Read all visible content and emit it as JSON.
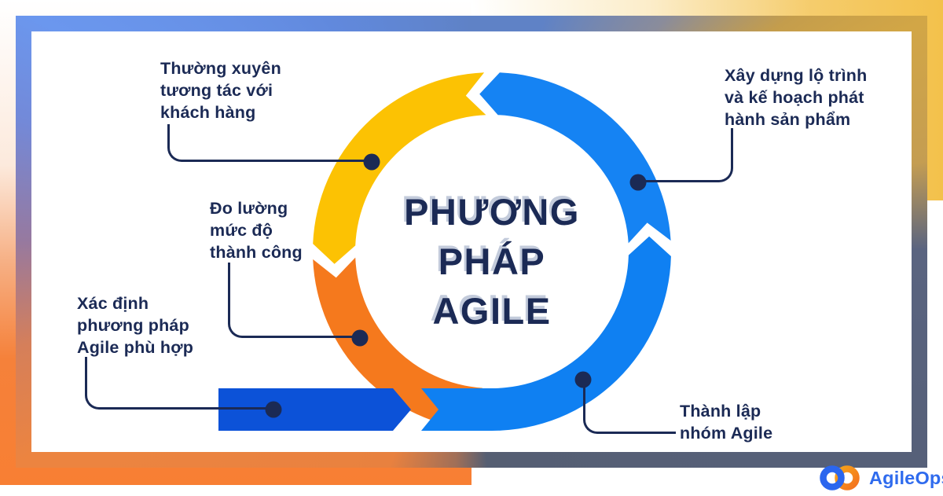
{
  "title": {
    "line1": "PHƯƠNG",
    "line2": "PHÁP",
    "line3": "AGILE"
  },
  "labels": {
    "interact": "Thường xuyên\ntương tác với\nkhách hàng",
    "measure": "Đo lường\nmức độ\nthành công",
    "identify": "Xác định\nphương pháp\nAgile phù hợp",
    "roadmap": "Xây dựng lộ trình\nvà kế hoạch phát\nhành sản phẩm",
    "team": "Thành lập\nnhóm Agile"
  },
  "brand": {
    "name": "AgileOps"
  },
  "colors": {
    "yellow": "#FCC203",
    "blue": "#1583F3",
    "light_blue": "#0F80F2",
    "orange": "#F5791D",
    "dark_blue_bar": "#0C52D8",
    "navy": "#1B2A55",
    "logo_blue": "#2B66EE",
    "logo_orange_start": "#F6A21A",
    "logo_orange_end": "#F4731F",
    "brand_text": "#2F6BEE"
  }
}
